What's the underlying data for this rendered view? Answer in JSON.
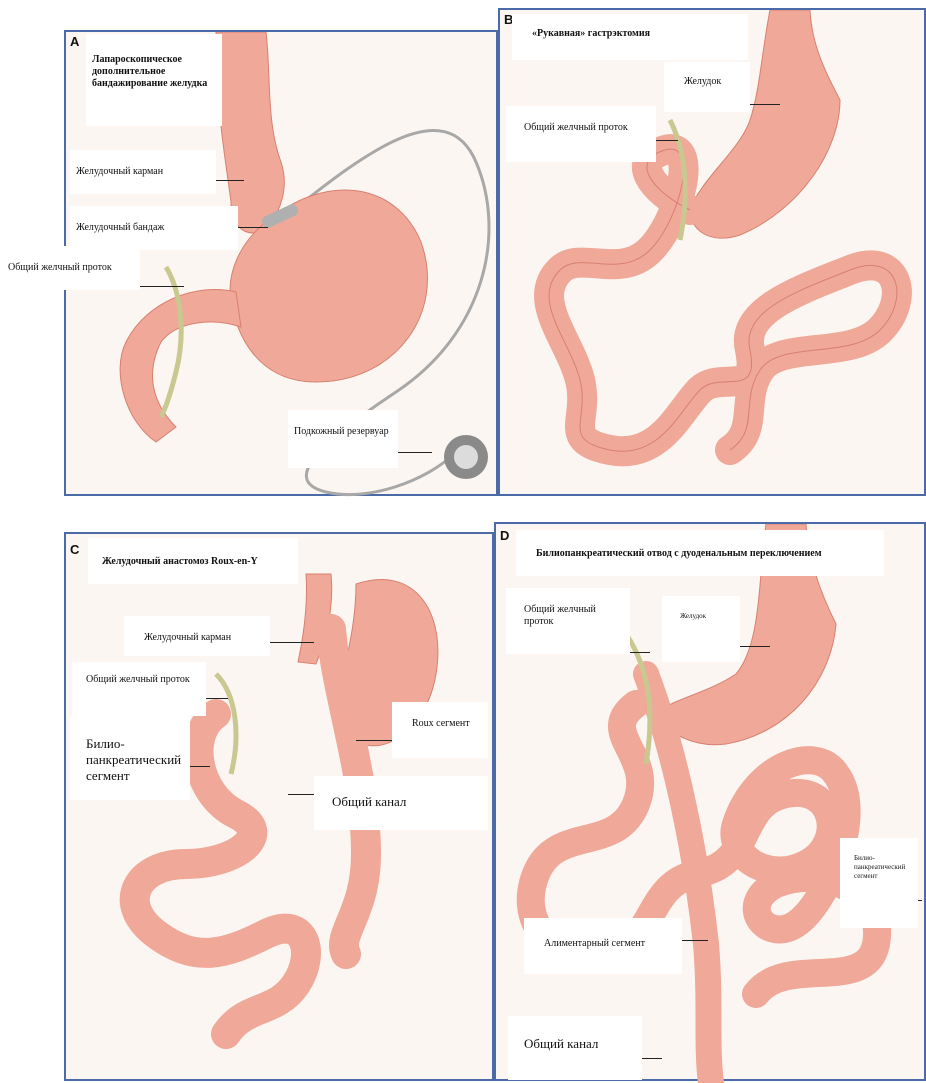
{
  "panels": {
    "a": {
      "letter": "A",
      "title": "Лапароскопическое дополнительное бандажирование желудка",
      "labels": {
        "pouch": "Желудочный карман",
        "band": "Желудочный бандаж",
        "bile_duct": "Общий желчный проток",
        "reservoir": "Подкожный резервуар"
      }
    },
    "b": {
      "letter": "B",
      "title": "«Рукавная» гастрэктомия",
      "labels": {
        "stomach": "Желудок",
        "bile_duct": "Общий желчный проток"
      }
    },
    "c": {
      "letter": "C",
      "title": "Желудочный анастомоз Roux-en-Y",
      "labels": {
        "pouch": "Желудочный карман",
        "bile_duct": "Общий желчный проток",
        "bilio": "Билио-панкреатический сегмент",
        "roux": "Roux сегмент",
        "common": "Общий канал"
      }
    },
    "d": {
      "letter": "D",
      "title": "Билиопанкреатический отвод с дуоденальным переключением",
      "labels": {
        "bile_duct": "Общий желчный проток",
        "stomach": "Желудок",
        "bilio": "Билио-панкреатический сегмент",
        "alimentary": "Алиментарный сегмент",
        "common": "Общий канал"
      }
    }
  },
  "colors": {
    "frame": "#4a6aa8",
    "tissue": "#f0a898",
    "tissue_dark": "#d88070",
    "bile": "#c8c890",
    "tube": "#a8a8a8"
  }
}
